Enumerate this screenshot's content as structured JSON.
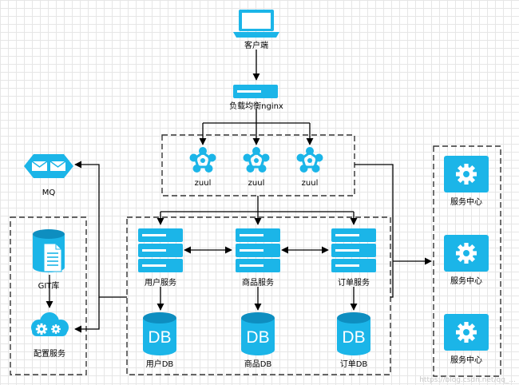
{
  "nodes": {
    "client": "客户端",
    "load_balancer": "负载均衡nginx",
    "zuul": [
      "zuul",
      "zuul",
      "zuul"
    ],
    "mq": "MQ",
    "git_repo": "GIT库",
    "config_service": "配置服务",
    "user_service": "用户服务",
    "product_service": "商品服务",
    "order_service": "订单服务",
    "user_db": "用户DB",
    "product_db": "商品DB",
    "order_db": "订单DB",
    "service_centers": [
      "服务中心",
      "服务中心",
      "服务中心"
    ],
    "db_icon_text": "DB"
  },
  "icons": {
    "client": "laptop-icon",
    "load_balancer": "server-icon",
    "zuul": "network-cluster-icon",
    "mq": "message-queue-icon",
    "git_repo": "database-document-icon",
    "config_service": "cloud-gear-icon",
    "services": "server-stack-icon",
    "db": "database-icon",
    "service_center": "gear-icon"
  },
  "colors": {
    "icon": "#1bb5e8",
    "icon_dark": "#0e8ec0",
    "line": "#000000",
    "border": "#333333"
  },
  "watermark": "https://blog.csdn.net/qq_..."
}
